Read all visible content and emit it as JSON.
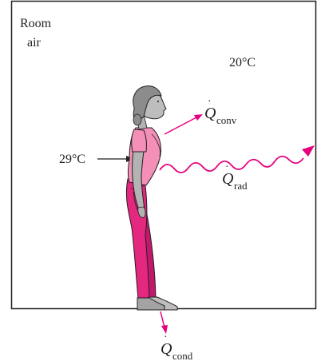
{
  "labels": {
    "room_air_line1": "Room",
    "room_air_line2": "air",
    "room_temperature": "20°C",
    "body_temperature": "29°C",
    "q_symbol": "Q",
    "conv_subscript": "conv",
    "rad_subscript": "rad",
    "cond_subscript": "cond"
  },
  "colors": {
    "arrow_magenta": "#e6007e",
    "shirt_pink": "#f48fb8",
    "pants_magenta": "#e4277f",
    "skin_gray": "#a8a8a8",
    "hair_gray": "#8c8c8c",
    "line_dark": "#231f20"
  }
}
